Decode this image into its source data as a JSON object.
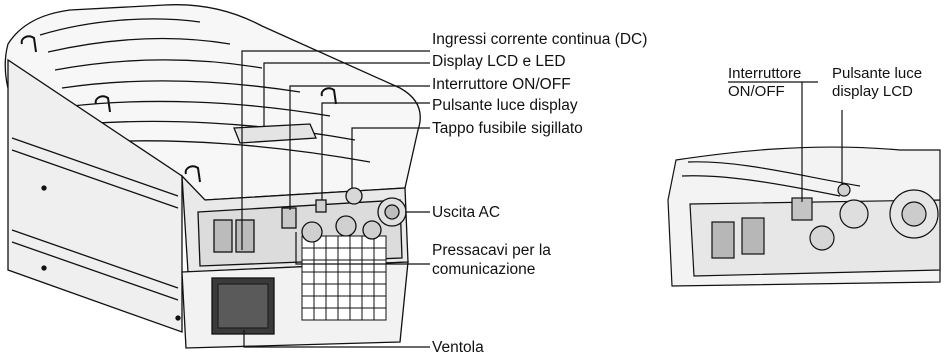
{
  "main_diagram": {
    "labels": {
      "dc_inputs": "Ingressi corrente continua (DC)",
      "display_lcd_led": "Display LCD e LED",
      "on_off_switch": "Interruttore ON/OFF",
      "display_light_button": "Pulsante luce display",
      "sealed_fuse_cap": "Tappo fusibile sigillato",
      "ac_output": "Uscita AC",
      "comm_cable_glands_line1": "Pressacavi per la",
      "comm_cable_glands_line2": "comunicazione",
      "fan": "Ventola"
    }
  },
  "detail_diagram": {
    "labels": {
      "switch_line1": "Interruttore",
      "switch_line2": "ON/OFF",
      "button_line1": "Pulsante luce",
      "button_line2": "display LCD"
    }
  },
  "colors": {
    "line": "#111111",
    "device_fill": "#f4f4f4",
    "device_shade": "#d9d9d9",
    "panel_dark": "#2a2a2a"
  }
}
